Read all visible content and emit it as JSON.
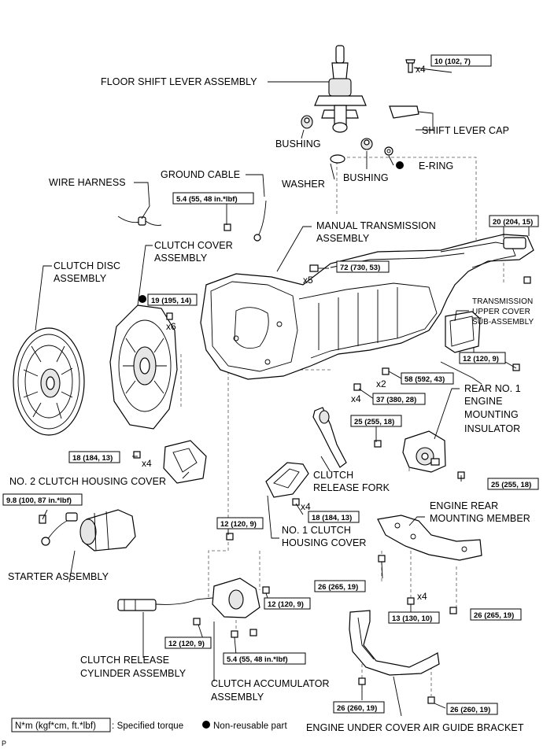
{
  "labels": {
    "floor_shift_lever": "FLOOR SHIFT LEVER ASSEMBLY",
    "shift_lever_cap": "SHIFT LEVER CAP",
    "bushing_1": "BUSHING",
    "bushing_2": "BUSHING",
    "washer": "WASHER",
    "e_ring": "E-RING",
    "wire_harness": "WIRE HARNESS",
    "ground_cable": "GROUND CABLE",
    "manual_trans_1": "MANUAL TRANSMISSION",
    "manual_trans_2": "ASSEMBLY",
    "clutch_disc_1": "CLUTCH DISC",
    "clutch_disc_2": "ASSEMBLY",
    "clutch_cover_1": "CLUTCH COVER",
    "clutch_cover_2": "ASSEMBLY",
    "trans_upper_1": "TRANSMISSION",
    "trans_upper_2": "UPPER COVER",
    "trans_upper_3": "SUB-ASSEMBLY",
    "rear_mount_1": "REAR NO. 1",
    "rear_mount_2": "ENGINE",
    "rear_mount_3": "MOUNTING",
    "rear_mount_4": "INSULATOR",
    "no2_housing": "NO. 2 CLUTCH HOUSING COVER",
    "release_fork_1": "CLUTCH",
    "release_fork_2": "RELEASE FORK",
    "rear_member_1": "ENGINE REAR",
    "rear_member_2": "MOUNTING MEMBER",
    "no1_housing_1": "NO. 1 CLUTCH",
    "no1_housing_2": "HOUSING COVER",
    "starter": "STARTER ASSEMBLY",
    "release_cyl_1": "CLUTCH RELEASE",
    "release_cyl_2": "CYLINDER ASSEMBLY",
    "accumulator_1": "CLUTCH ACCUMULATOR",
    "accumulator_2": "ASSEMBLY",
    "air_guide": "ENGINE UNDER COVER AIR GUIDE BRACKET"
  },
  "torques": {
    "t_shift_cap": "10 (102, 7)",
    "t_ground": "5.4 (55, 48 in.*lbf)",
    "t_trans_mount": "20 (204, 15)",
    "t_bellhousing": "72 (730, 53)",
    "t_clutch_cover": "19 (195, 14)",
    "t_upper_cover": "12 (120, 9)",
    "t_58": "58 (592, 43)",
    "t_37": "37 (380, 28)",
    "t_insulator_a": "25 (255, 18)",
    "t_insulator_b": "25 (255, 18)",
    "t_no2_cover": "18 (184, 13)",
    "t_starter": "9.8 (100, 87 in.*lbf)",
    "t_no1_cover": "18 (184, 13)",
    "t_accum_top": "12 (120, 9)",
    "t_accum_right": "12 (120, 9)",
    "t_cylinder": "12 (120, 9)",
    "t_accum_bottom": "5.4 (55, 48 in.*lbf)",
    "t_member_left": "26 (265, 19)",
    "t_member_center": "13 (130, 10)",
    "t_member_right": "26 (265, 19)",
    "t_bracket_left": "26 (260, 19)",
    "t_bracket_right": "26 (260, 19)"
  },
  "multipliers": {
    "m_shift_cap": "x4",
    "m_bellhousing": "x5",
    "m_clutch_cover": "x6",
    "m_58": "x2",
    "m_37": "x4",
    "m_no2_cover": "x4",
    "m_no1_cover": "x4",
    "m_member": "x4"
  },
  "legend": {
    "unit": "N*m (kgf*cm, ft.*lbf)",
    "unit_desc": ": Specified torque",
    "nonreusable": "Non-reusable part"
  },
  "corner_mark": "P"
}
